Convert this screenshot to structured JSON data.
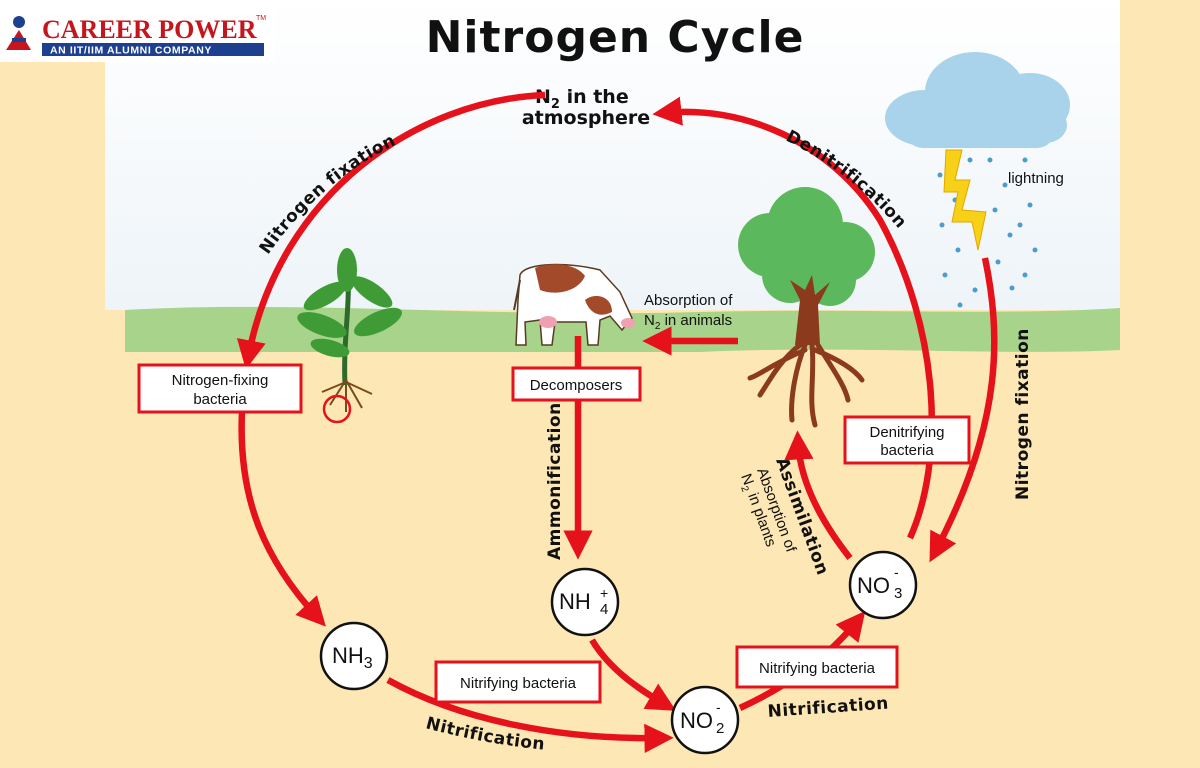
{
  "logo": {
    "name": "CAREER POWER",
    "tagline": "AN IIT/IIM ALUMNI COMPANY",
    "tm": "TM"
  },
  "title": "Nitrogen Cycle",
  "atmosphere": {
    "n2": "N",
    "n2_sub": "2",
    "line1": " in the",
    "line2": "atmosphere"
  },
  "lightning": "lightning",
  "absorption_animals": {
    "line1": "Absorption of",
    "n": "N",
    "sub": "2",
    "line2_rest": " in animals"
  },
  "absorption_plants": {
    "line1": "Absorption of",
    "n": "N",
    "sub": "2",
    "line2_rest": " in plants"
  },
  "boxes": {
    "nfix_bacteria_1": "Nitrogen-fixing",
    "nfix_bacteria_2": "bacteria",
    "decomposers": "Decomposers",
    "denitrifying_1": "Denitrifying",
    "denitrifying_2": "bacteria",
    "nitrifying_left": "Nitrifying bacteria",
    "nitrifying_right": "Nitrifying bacteria"
  },
  "processes": {
    "nitrogen_fixation_left": "Nitrogen fixation",
    "denitrification": "Denitrification",
    "nitrogen_fixation_right": "Nitrogen fixation",
    "ammonification": "Ammonification",
    "assimilation": "Assimilation",
    "nitrification_bottom": "Nitrification",
    "nitrification_right": "Nitrification"
  },
  "nodes": {
    "nh3": {
      "base": "NH",
      "sub": "3"
    },
    "nh4": {
      "base": "NH",
      "sup": "+",
      "sub": "4"
    },
    "no2": {
      "base": "NO",
      "sup": "-",
      "sub": "2"
    },
    "no3": {
      "base": "NO",
      "sup": "-",
      "sub": "3"
    }
  },
  "colors": {
    "arrow": "#e5121b",
    "sand": "#fde7b4",
    "grass": "#a7d38a",
    "sky": "#f7fbff",
    "logo_red": "#c4161c",
    "logo_blue": "#1c3f8f"
  }
}
